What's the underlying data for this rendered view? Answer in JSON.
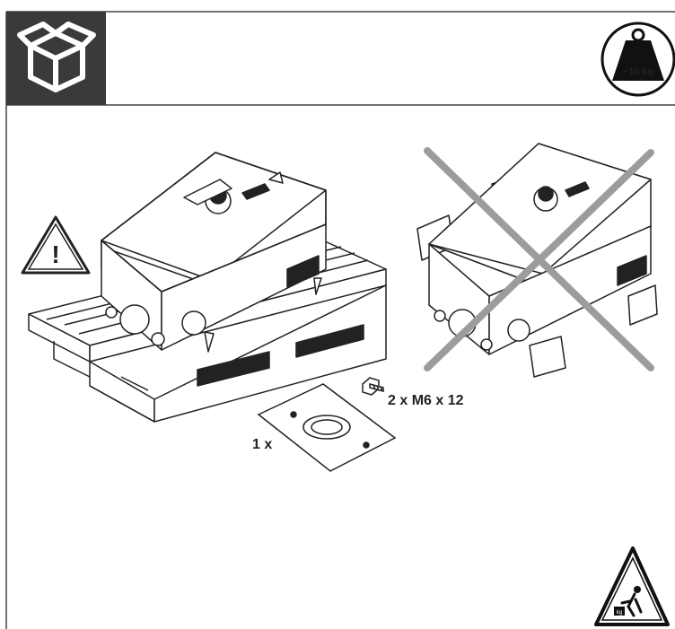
{
  "weight_badge": {
    "text": "~10 kg"
  },
  "warning_triangle": {
    "symbol": "!"
  },
  "hardware": {
    "screw_label": "2 x M6 x 12",
    "plate_label": "1 x"
  },
  "lift_sign": {
    "text": "kg"
  },
  "colors": {
    "header_box": "#3a3a3a",
    "cross": "#9c9c9c",
    "line": "#1a1a1a"
  },
  "icons": [
    "open-box-icon",
    "weight-icon",
    "warning-icon",
    "lifting-hazard-icon"
  ]
}
